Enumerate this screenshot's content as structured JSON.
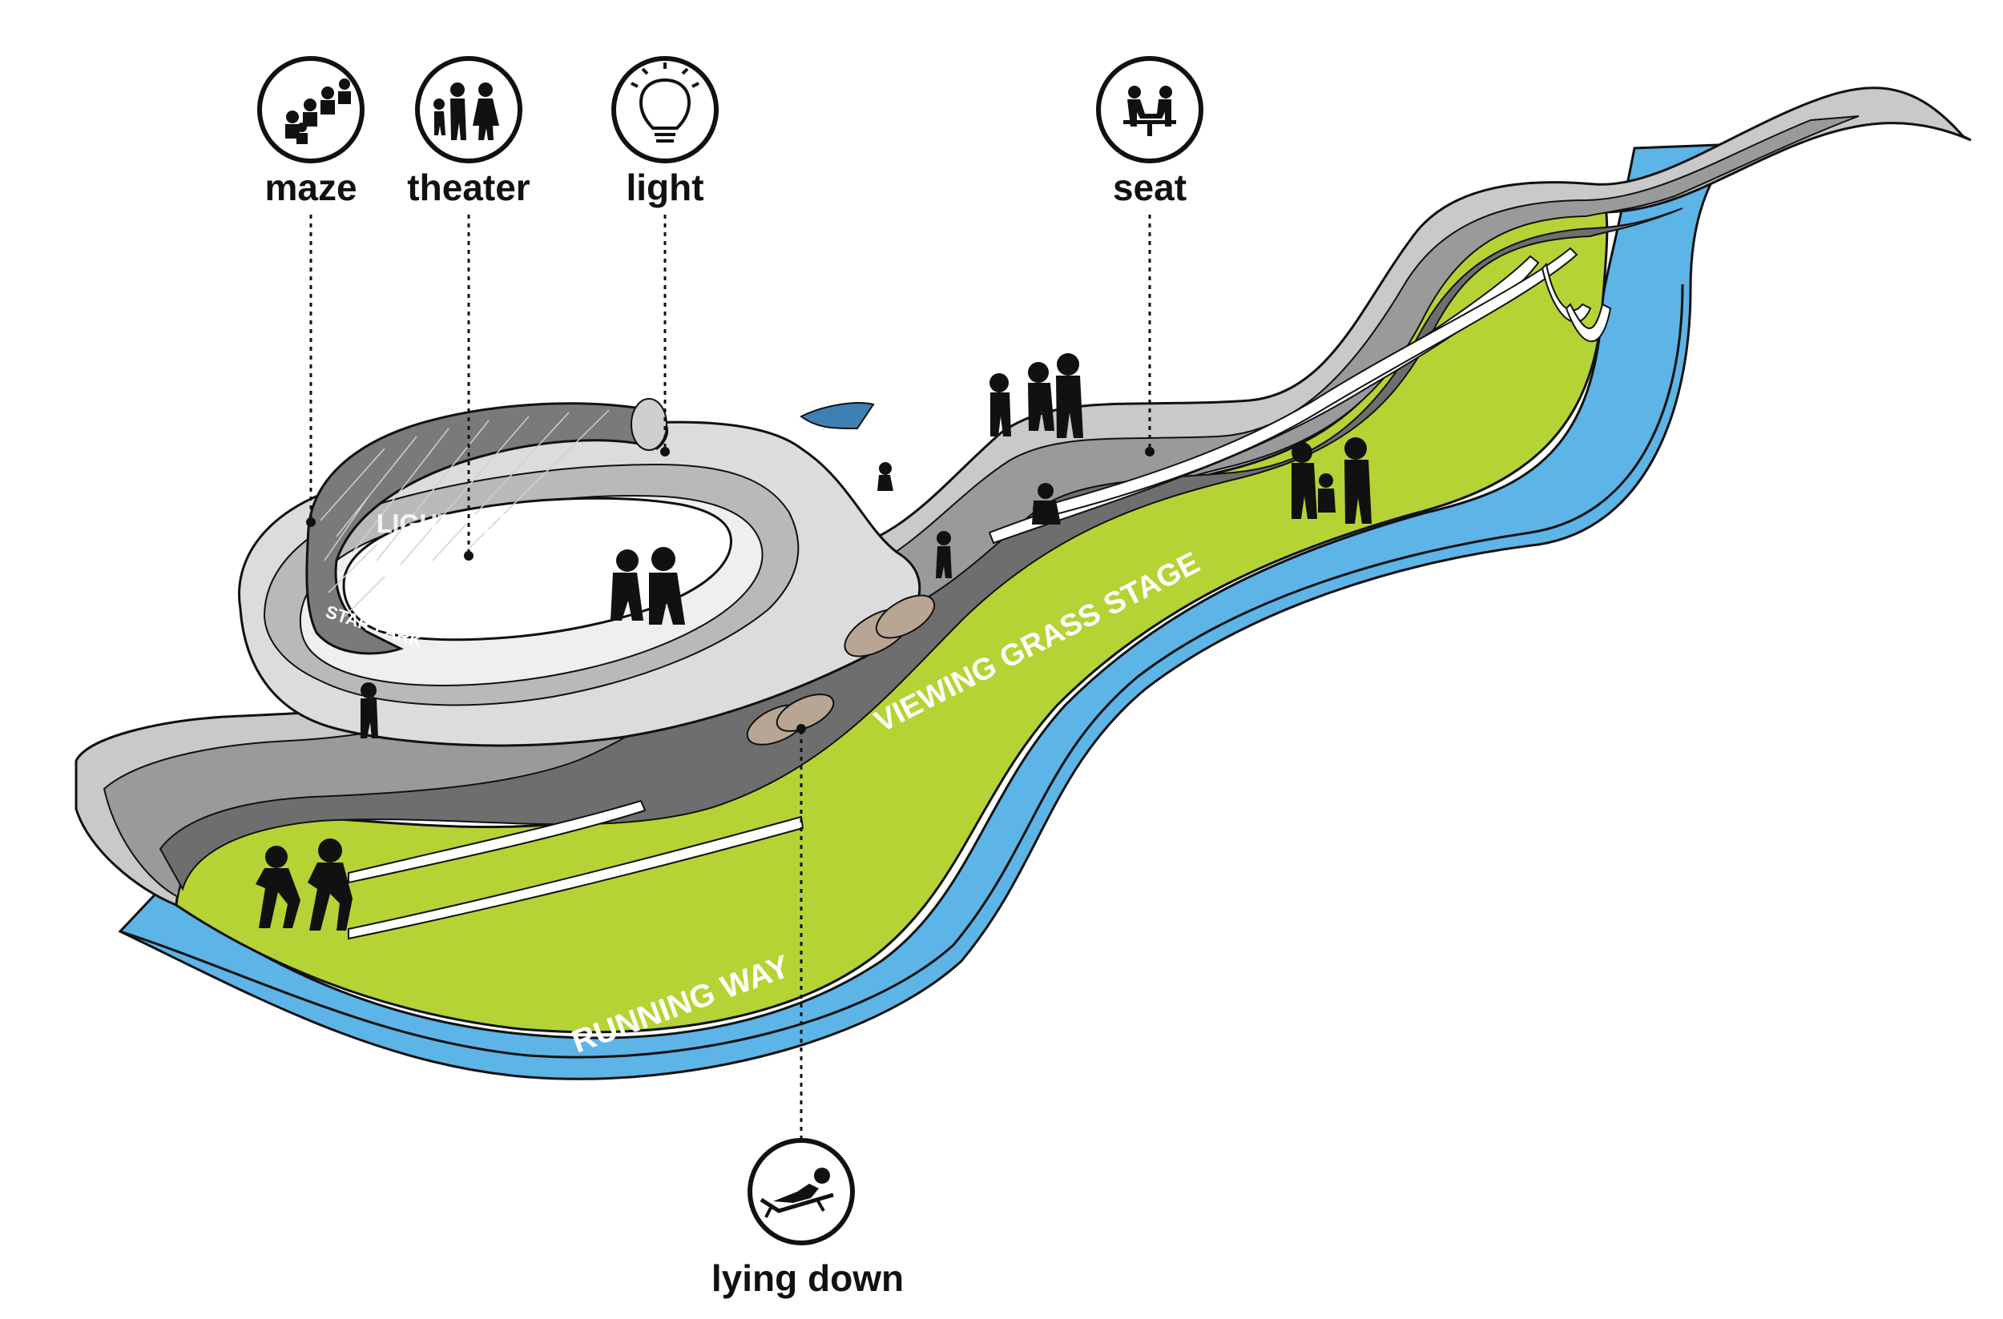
{
  "labels": {
    "maze": "maze",
    "theater": "theater",
    "light": "light",
    "seat": "seat",
    "lying_down": "lying down"
  },
  "map_text": {
    "light_year_stage": "LIGHT YEAR STAGE",
    "viewing_grass_stage": "VIEWING GRASS STAGE",
    "running_way": "RUNNING WAY",
    "star_park_sign": "STAR PARK"
  },
  "icons": {
    "maze": "crowd-icon",
    "theater": "family-icon",
    "light": "lightbulb-icon",
    "seat": "people-seated-icon",
    "lying_down": "reclining-person-icon"
  },
  "colors": {
    "grass": "#b5d334",
    "running_way": "#5db4e6",
    "concrete_light": "#d6d6d6",
    "concrete_mid": "#a8a8a8",
    "concrete_dark": "#6e6e6e",
    "ink": "#111111"
  }
}
